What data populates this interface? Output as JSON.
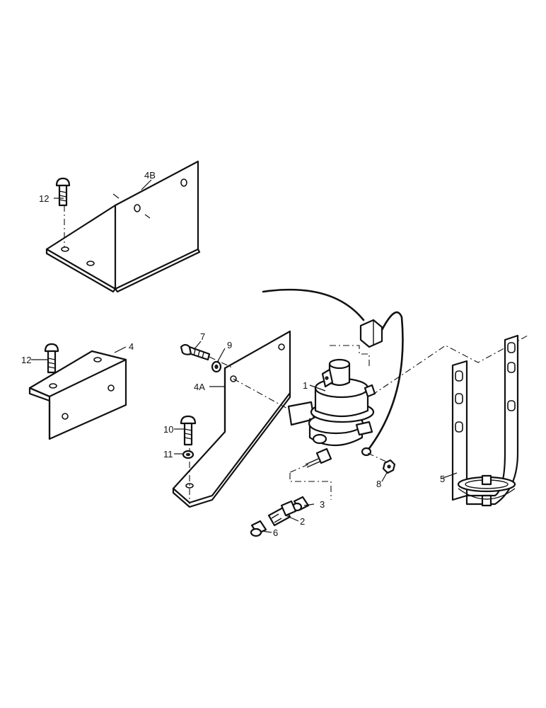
{
  "callouts": {
    "c1": "1",
    "c2": "2",
    "c3": "3",
    "c4": "4",
    "c4a": "4A",
    "c4b": "4B",
    "c5": "5",
    "c6": "6",
    "c7": "7",
    "c8": "8",
    "c9": "9",
    "c10": "10",
    "c11": "11",
    "c12a": "12",
    "c12b": "12"
  }
}
